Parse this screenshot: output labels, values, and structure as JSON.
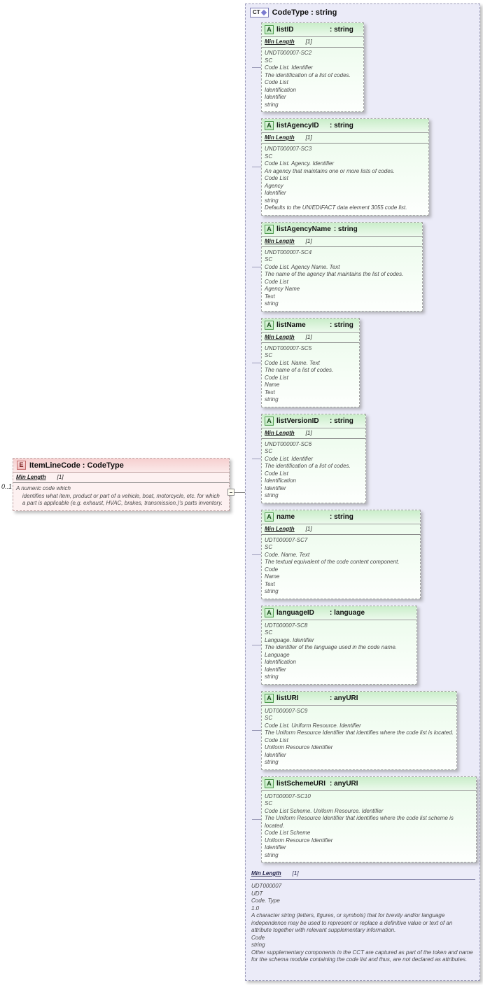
{
  "colors": {
    "attribute_header_green": "#c9edc9",
    "attribute_body_green": "#eafbea",
    "element_header_pink": "#f6cfcf",
    "element_body_pink": "#fdf1f1",
    "complextype_lavender": "#ebebf8",
    "annotation_text": "#4a4a4a"
  },
  "icons": {
    "element_letter": "E",
    "attribute_letter": "A",
    "complex_type_letters": "CT",
    "complex_type_diamond": "diamond-icon"
  },
  "element": {
    "name": "ItemLineCode",
    "type": "CodeType",
    "cardinality": "0..1",
    "facet": {
      "label": "Min Length",
      "value": "[1]"
    },
    "annotation_lines": [
      "A numeric code which",
      "    identifies what item, product or part of a vehicle, boat, motorcycle, etc. for which",
      "    a part is applicable (e.g. exhaust, HVAC, brakes, transmission.)'s parts inventory."
    ]
  },
  "complex_type": {
    "name": "CodeType",
    "base": "string",
    "facet": {
      "label": "Min Length",
      "value": "[1]"
    },
    "annotation_lines": [
      "UDT000007",
      "UDT",
      "Code. Type",
      "1.0",
      "A character string (letters, figures, or symbols) that for brevity and/or language independence may be used to represent or replace a definitive value or text of an attribute together with relevant supplementary information.",
      "Code",
      "string",
      "Other supplementary components in the CCT are captured as part of the token and name for the schema module containing the code list and thus, are not declared as attributes."
    ],
    "attributes": [
      {
        "name": "listID",
        "type": "string",
        "facet": {
          "label": "Min Length",
          "value": "[1]"
        },
        "annotation_lines": [
          "UNDT000007-SC2",
          "SC",
          "Code List. Identifier",
          "The identification of a list of codes.",
          "Code List",
          "Identification",
          "Identifier",
          "string"
        ]
      },
      {
        "name": "listAgencyID",
        "type": "string",
        "facet": {
          "label": "Min Length",
          "value": "[1]"
        },
        "annotation_lines": [
          "UNDT000007-SC3",
          "SC",
          "Code List. Agency. Identifier",
          "An agency that maintains one or more lists of codes.",
          "Code List",
          "Agency",
          "Identifier",
          "string",
          "Defaults to the UN/EDIFACT data element 3055 code list."
        ]
      },
      {
        "name": "listAgencyName",
        "type": "string",
        "facet": {
          "label": "Min Length",
          "value": "[1]"
        },
        "annotation_lines": [
          "UNDT000007-SC4",
          "SC",
          "Code List. Agency Name. Text",
          "The name of the agency that maintains the list of codes.",
          "Code List",
          "Agency Name",
          "Text",
          "string"
        ]
      },
      {
        "name": "listName",
        "type": "string",
        "facet": {
          "label": "Min Length",
          "value": "[1]"
        },
        "annotation_lines": [
          "UNDT000007-SC5",
          "SC",
          "Code List. Name. Text",
          "The name of a list of codes.",
          "Code List",
          "Name",
          "Text",
          "string"
        ]
      },
      {
        "name": "listVersionID",
        "type": "string",
        "facet": {
          "label": "Min Length",
          "value": "[1]"
        },
        "annotation_lines": [
          "UNDT000007-SC6",
          "SC",
          "Code List. Identifier",
          "The identification of a list of codes.",
          "Code List",
          "Identification",
          "Identifier",
          "string"
        ]
      },
      {
        "name": "name",
        "type": "string",
        "facet": {
          "label": "Min Length",
          "value": "[1]"
        },
        "annotation_lines": [
          "UDT000007-SC7",
          "SC",
          "Code. Name. Text",
          "The textual equivalent of the code content component.",
          "Code",
          "Name",
          "Text",
          "string"
        ]
      },
      {
        "name": "languageID",
        "type": "language",
        "annotation_lines": [
          "UDT000007-SC8",
          "SC",
          "Language. Identifier",
          "The identifier of the language used in the code name.",
          "Language",
          "Identification",
          "Identifier",
          "string"
        ]
      },
      {
        "name": "listURI",
        "type": "anyURI",
        "annotation_lines": [
          "UDT000007-SC9",
          "SC",
          "Code List. Uniform Resource. Identifier",
          "The Uniform Resource Identifier that identifies where the code list is located.",
          "Code List",
          "Uniform Resource Identifier",
          "Identifier",
          "string"
        ]
      },
      {
        "name": "listSchemeURI",
        "type": "anyURI",
        "annotation_lines": [
          "UDT000007-SC10",
          "SC",
          "Code List Scheme. Uniform Resource. Identifier",
          "The Uniform Resource Identifier that identifies where the code list scheme is located.",
          "Code List Scheme",
          "Uniform Resource Identifier",
          "Identifier",
          "string"
        ]
      }
    ]
  }
}
